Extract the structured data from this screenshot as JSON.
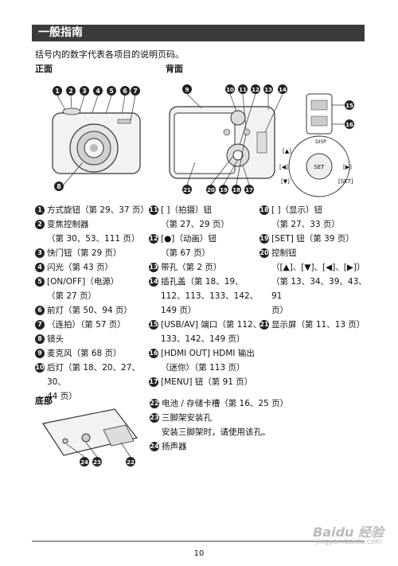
{
  "title": "一般指南",
  "intro": "括号内的数字代表各项目的说明页码。",
  "headers": {
    "front": "正面",
    "back": "背面",
    "bottom": "底部"
  },
  "callouts": [
    "1",
    "2",
    "3",
    "4",
    "5",
    "6",
    "7",
    "8",
    "9",
    "10",
    "11",
    "12",
    "13",
    "14",
    "15",
    "16",
    "17",
    "18",
    "19",
    "20",
    "21",
    "22",
    "23",
    "24"
  ],
  "dial_labels": {
    "up": "[▲]",
    "left": "[◀]",
    "right": "[▶]",
    "down": "[▼]",
    "set": "SET",
    "set_btn": "[SET]",
    "disp": "DISP"
  },
  "col1": [
    {
      "n": "1",
      "text": "方式旋钮（第 29、37 页）"
    },
    {
      "n": "2",
      "text": "变焦控制器"
    },
    {
      "n": "",
      "text": "（第 30、53、111 页）"
    },
    {
      "n": "3",
      "text": "快门钮（第 29 页）"
    },
    {
      "n": "4",
      "text": "闪光（第 43 页）"
    },
    {
      "n": "5",
      "text": "[ON/OFF]（电源）"
    },
    {
      "n": "",
      "text": "（第 27 页）"
    },
    {
      "n": "6",
      "text": "前灯（第 50、94 页）"
    },
    {
      "n": "7",
      "text": "（连拍）（第 57 页）"
    },
    {
      "n": "8",
      "text": "镜头"
    },
    {
      "n": "9",
      "text": "麦克风（第 68 页）"
    },
    {
      "n": "10",
      "text": "后灯（第 18、20、27、30、"
    },
    {
      "n": "",
      "text": "44 页）"
    }
  ],
  "col2": [
    {
      "n": "11",
      "text": "[ ]（拍摄）钮"
    },
    {
      "n": "",
      "text": "（第 27、29 页）"
    },
    {
      "n": "12",
      "text": "[●]（动画）钮"
    },
    {
      "n": "",
      "text": "（第 67 页）"
    },
    {
      "n": "13",
      "text": "带孔（第 2 页）"
    },
    {
      "n": "14",
      "text": "插孔盖（第 18、19、"
    },
    {
      "n": "",
      "text": "112、113、133、142、"
    },
    {
      "n": "",
      "text": "149 页）"
    },
    {
      "n": "15",
      "text": "[USB/AV] 端口（第 112、"
    },
    {
      "n": "",
      "text": "133、142、149 页）"
    },
    {
      "n": "16",
      "text": "[HDMI OUT] HDMI 输出"
    },
    {
      "n": "",
      "text": "（迷你）（第 113 页）"
    },
    {
      "n": "17",
      "text": "[MENU] 钮（第 91 页）"
    }
  ],
  "col3": [
    {
      "n": "18",
      "text": "[ ]（显示）钮"
    },
    {
      "n": "",
      "text": "（第 27、33 页）"
    },
    {
      "n": "19",
      "text": "[SET] 钮（第 39 页）"
    },
    {
      "n": "20",
      "text": "控制钮"
    },
    {
      "n": "",
      "text": "（[▲]、[▼]、[◀]、[▶]）"
    },
    {
      "n": "",
      "text": "（第 13、34、39、43、91"
    },
    {
      "n": "",
      "text": "页）"
    },
    {
      "n": "21",
      "text": "显示屏（第 11、13 页）"
    }
  ],
  "col4": [
    {
      "n": "22",
      "text": "电池 / 存储卡槽（第 16、25 页）"
    },
    {
      "n": "23",
      "text": "三脚架安装孔"
    },
    {
      "n": "",
      "text": "安装三脚架时，请使用该孔。"
    },
    {
      "n": "24",
      "text": "扬声器"
    }
  ],
  "page_number": "10",
  "watermark": "Baidu 经验",
  "watermark_url": "jingyan.baidu.com"
}
